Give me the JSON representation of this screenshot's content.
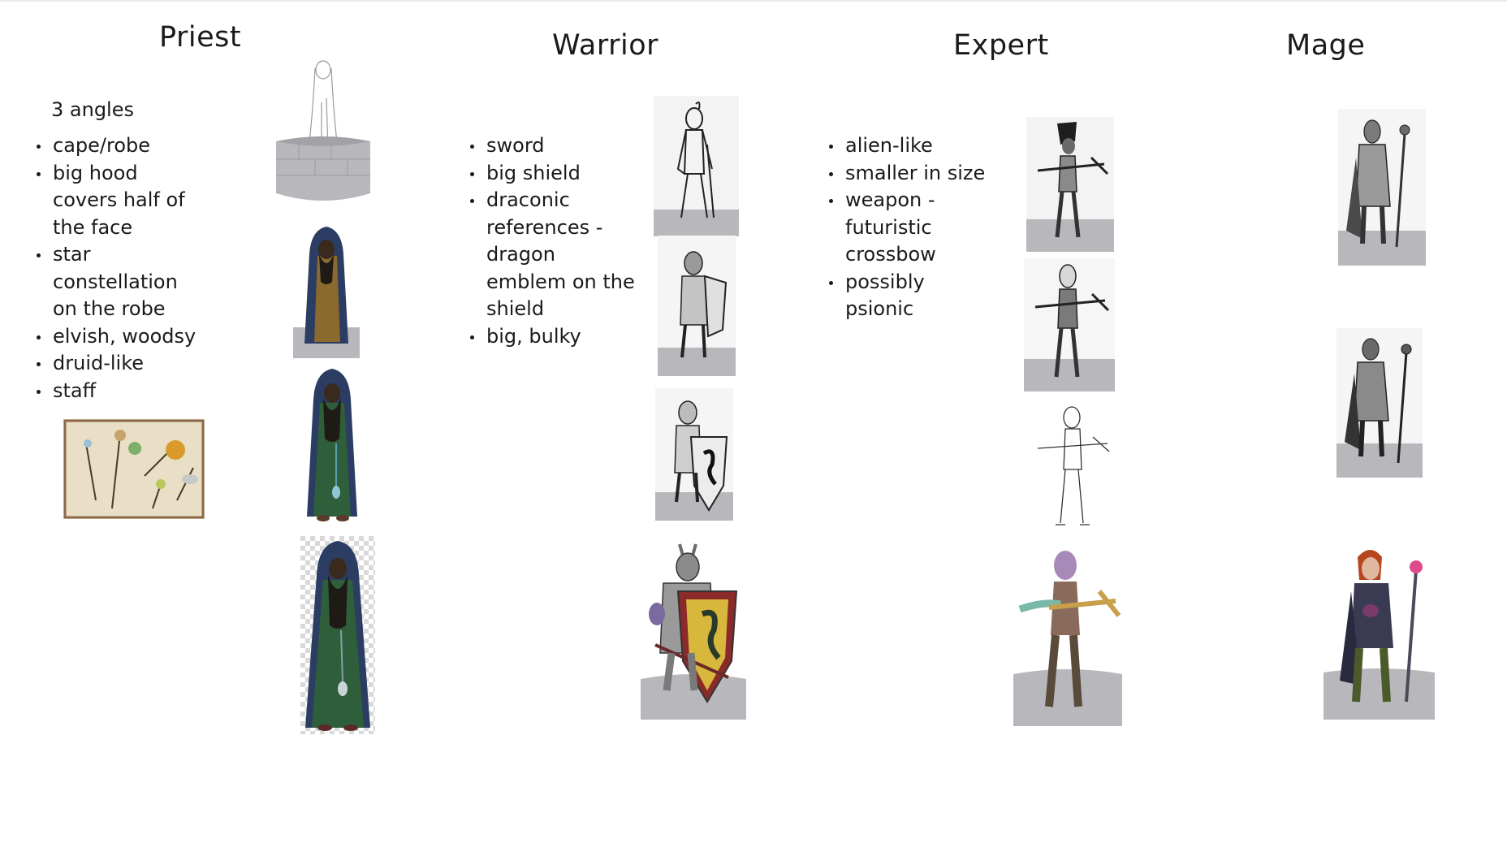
{
  "columns": [
    {
      "heading": "Priest",
      "subnote": "3 angles",
      "bullets": [
        "cape/robe",
        "big hood covers half of the face",
        "star constellation on the robe",
        "elvish, woodsy",
        "druid-like",
        "staff"
      ]
    },
    {
      "heading": "Warrior",
      "bullets": [
        "sword",
        "big shield",
        "draconic references - dragon emblem on the shield",
        "big, bulky"
      ]
    },
    {
      "heading": "Expert",
      "bullets": [
        "alien-like",
        "smaller in size",
        "weapon - futuristic crossbow",
        "possibly psionic"
      ]
    },
    {
      "heading": "Mage",
      "bullets": []
    }
  ],
  "colors": {
    "text": "#1a1a1a",
    "pedestal": "#b8b8bc",
    "priest_robe_brown": "#8a6a2e",
    "priest_robe_green": "#2f5e3a",
    "priest_hood_blue": "#2b3d63",
    "parchment": "#e9dec6",
    "parchment_border": "#8b6a4a",
    "warrior_shield_yellow": "#d8b83c",
    "warrior_shield_red": "#8a2a2a",
    "expert_skin": "#a88ab8",
    "mage_hair": "#b5461f",
    "mage_armor": "#3a3a52"
  },
  "art_subjects": [
    "priest-sketch",
    "priest-brown-robe",
    "priest-green-robe",
    "priest-green-robe-transparent",
    "staff-reference-sheet",
    "warrior-sketch",
    "warrior-shaded",
    "warrior-dragon-shield-sketch",
    "warrior-color",
    "expert-sketch",
    "expert-shaded",
    "expert-lineart",
    "expert-color",
    "mage-sketch",
    "mage-shaded",
    "mage-color"
  ]
}
